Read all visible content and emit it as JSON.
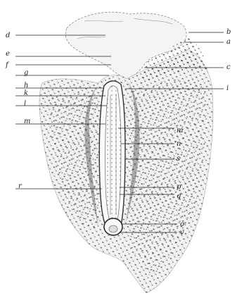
{
  "figure": {
    "labels_left": [
      "d",
      "e",
      "f",
      "g",
      "h",
      "k",
      "l",
      "m",
      "r"
    ],
    "labels_right": [
      "b",
      "a",
      "c",
      "i",
      "m",
      "n",
      "s",
      "p",
      "q",
      "o",
      "v"
    ]
  }
}
